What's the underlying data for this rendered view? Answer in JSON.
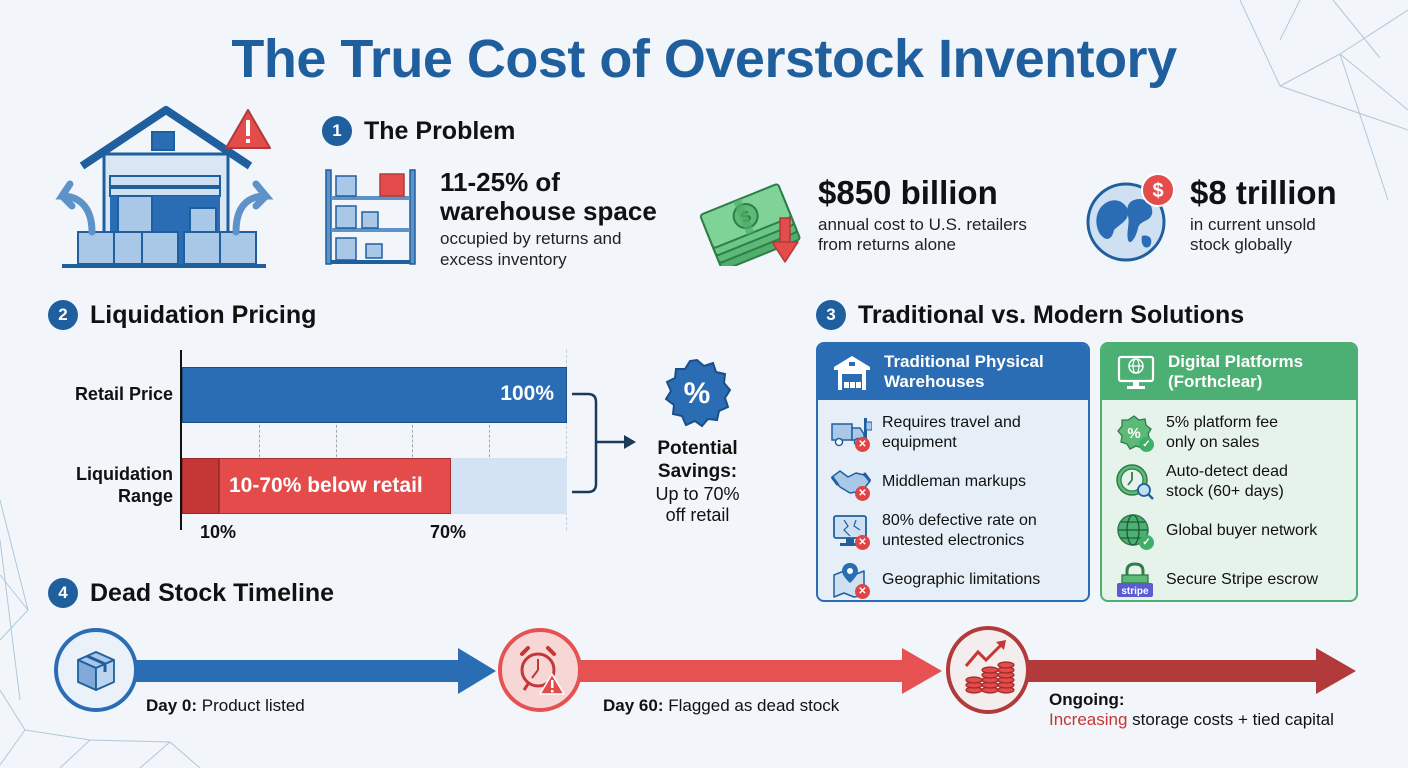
{
  "title": "The True Cost of Overstock Inventory",
  "colors": {
    "primary_blue": "#1f5f9e",
    "bar_blue": "#2a6db5",
    "alert_red": "#e44b4b",
    "dark_red": "#b23a3a",
    "green": "#4caf73",
    "light_blue_fill": "#d3e3f4",
    "background": "#f2f6fa"
  },
  "sections": {
    "problem": {
      "number": "1",
      "title": "The Problem",
      "icons": [
        "warehouse-alert-icon",
        "shelf-icon",
        "money-stack-icon",
        "globe-dollar-icon"
      ],
      "stats": [
        {
          "value": "11-25% of",
          "value2": "warehouse space",
          "description1": "occupied by returns and",
          "description2": "excess inventory"
        },
        {
          "value": "$850 billion",
          "description1": "annual cost to U.S. retailers",
          "description2": "from returns alone"
        },
        {
          "value": "$8 trillion",
          "description1": "in current unsold",
          "description2": "stock globally"
        }
      ]
    },
    "liquidation": {
      "number": "2",
      "title": "Liquidation Pricing",
      "retail_label": "Retail Price",
      "liquidation_label1": "Liquidation",
      "liquidation_label2": "Range",
      "retail_bar_text": "100%",
      "liquidation_bar_text": "10-70% below retail",
      "tick_10": "10%",
      "tick_70": "70%",
      "savings_title1": "Potential",
      "savings_title2": "Savings:",
      "savings_desc1": "Up to 70%",
      "savings_desc2": "off retail",
      "badge_symbol": "%"
    },
    "comparison": {
      "number": "3",
      "title": "Traditional vs. Modern Solutions",
      "traditional": {
        "title1": "Traditional Physical",
        "title2": "Warehouses",
        "icon": "warehouse-icon",
        "items": [
          {
            "icon": "truck-forklift-icon",
            "line1": "Requires travel and",
            "line2": "equipment"
          },
          {
            "icon": "handshake-icon",
            "line1": "Middleman markups",
            "line2": ""
          },
          {
            "icon": "broken-monitor-icon",
            "line1": "80% defective rate on",
            "line2": "untested electronics"
          },
          {
            "icon": "map-pin-icon",
            "line1": "Geographic limitations",
            "line2": ""
          }
        ]
      },
      "digital": {
        "title1": "Digital Platforms",
        "title2": "(Forthclear)",
        "icon": "monitor-globe-icon",
        "items": [
          {
            "icon": "percent-badge-icon",
            "line1": "5% platform fee",
            "line2": "only on sales"
          },
          {
            "icon": "clock-search-icon",
            "line1": "Auto-detect dead",
            "line2": "stock (60+ days)"
          },
          {
            "icon": "globe-network-icon",
            "line1": "Global buyer network",
            "line2": ""
          },
          {
            "icon": "stripe-lock-icon",
            "line1": "Secure Stripe escrow",
            "line2": "",
            "stripe_label": "stripe"
          }
        ]
      }
    },
    "timeline": {
      "number": "4",
      "title": "Dead Stock Timeline",
      "steps": [
        {
          "icon": "box-icon",
          "label": "Day 0:",
          "text": "Product listed"
        },
        {
          "icon": "alarm-clock-alert-icon",
          "label": "Day 60:",
          "text": "Flagged as dead stock"
        },
        {
          "icon": "rising-coins-icon",
          "label": "Ongoing:",
          "highlight": "Increasing",
          "text": " storage costs + tied capital"
        }
      ]
    }
  },
  "chart_data": {
    "type": "bar",
    "title": "Liquidation Pricing",
    "categories": [
      "Retail Price",
      "Liquidation Range"
    ],
    "series": [
      {
        "name": "Retail Price",
        "values": [
          100,
          null
        ]
      },
      {
        "name": "Liquidation Range (start-end % of retail)",
        "values": [
          null,
          [
            10,
            70
          ]
        ]
      }
    ],
    "bar_labels": [
      "100%",
      "10-70% below retail"
    ],
    "tick_labels": [
      "10%",
      "70%"
    ],
    "xlim": [
      0,
      100
    ],
    "grid": true,
    "annotation": "Potential Savings: Up to 70% off retail"
  }
}
